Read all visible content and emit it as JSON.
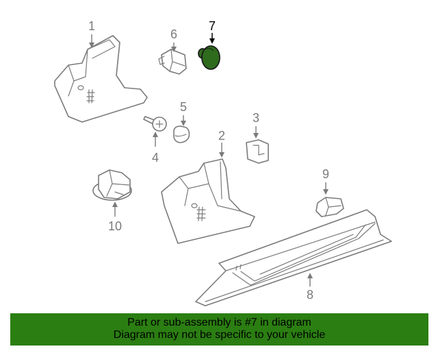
{
  "diagram": {
    "callouts": [
      "1",
      "2",
      "3",
      "4",
      "5",
      "6",
      "7",
      "8",
      "9",
      "10"
    ],
    "highlighted_callout": "7",
    "highlight_color": "#2e6b1d"
  },
  "banner": {
    "line1": "Part or sub-assembly is #7 in diagram",
    "line2": "Diagram may not be specific to your vehicle",
    "background": "#2b7e12"
  }
}
